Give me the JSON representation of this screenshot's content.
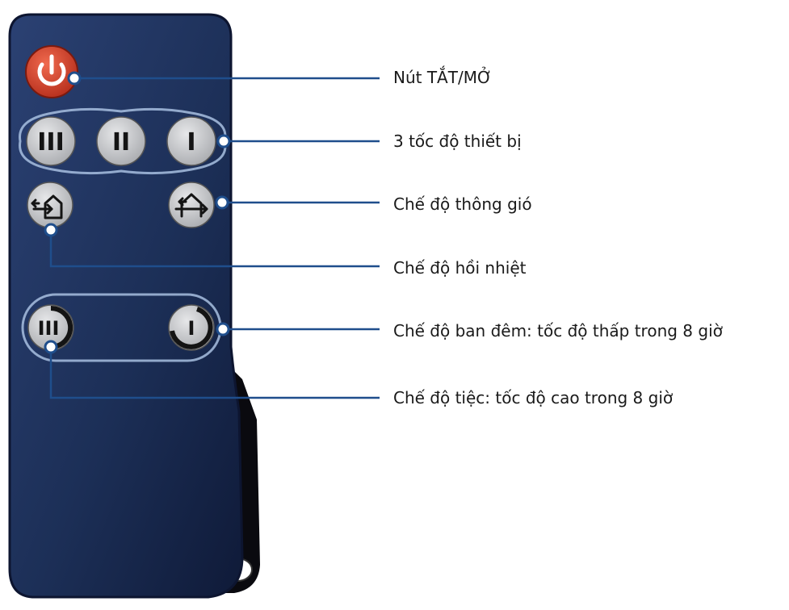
{
  "colors": {
    "remote_body": "#1c2f57",
    "remote_edge": "#0d1530",
    "power_button": "#d6402a",
    "button_gray": "#c9cacc",
    "button_glyph": "#141414",
    "button_ring": "#a8bfe0",
    "leader_line": "#1f4e8c"
  },
  "buttons": {
    "power": {
      "icon": "power-icon"
    },
    "speed": [
      {
        "icon": "speed-3-icon",
        "glyph": "III"
      },
      {
        "icon": "speed-2-icon",
        "glyph": "II"
      },
      {
        "icon": "speed-1-icon",
        "glyph": "I"
      }
    ],
    "heat_recovery": {
      "icon": "heat-recovery-icon"
    },
    "ventilation": {
      "icon": "ventilation-icon"
    },
    "party": {
      "icon": "party-timer-icon",
      "glyph": "III"
    },
    "night": {
      "icon": "night-timer-icon",
      "glyph": "I"
    }
  },
  "callouts": [
    {
      "text": "Nút TẮT/MỞ"
    },
    {
      "text": "3 tốc độ thiết bị"
    },
    {
      "text": "Chế độ thông gió"
    },
    {
      "text": "Chế độ hồi nhiệt"
    },
    {
      "text": "Chế độ ban đêm: tốc độ thấp trong 8 giờ"
    },
    {
      "text": "Chế độ tiệc: tốc độ cao trong 8 giờ"
    }
  ]
}
